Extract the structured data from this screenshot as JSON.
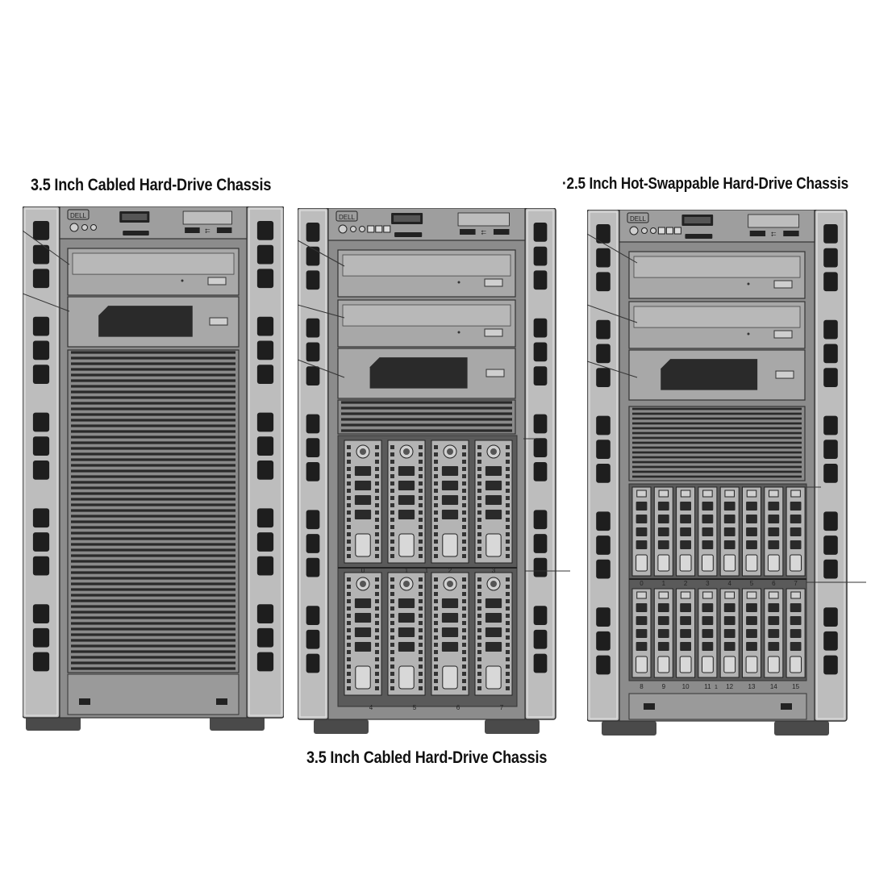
{
  "captions": {
    "left": "3.5 Inch Cabled Hard-Drive Chassis",
    "right": "·2.5 Inch Hot-Swappable Hard-Drive Chassis",
    "bottom": "3.5 Inch Cabled Hard-Drive Chassis"
  },
  "servers": {
    "left": {
      "brand": "DELL",
      "drive_bays": 0
    },
    "middle": {
      "brand": "DELL",
      "top_bay_numbers": [
        "0",
        "1",
        "2",
        "3"
      ],
      "bottom_bay_numbers": [
        "4",
        "5",
        "6",
        "7"
      ],
      "divider_number": "1"
    },
    "right": {
      "brand": "DELL",
      "top_bay_numbers": [
        "0",
        "1",
        "2",
        "3",
        "4",
        "5",
        "6",
        "7"
      ],
      "bottom_bay_numbers": [
        "8",
        "9",
        "10",
        "11",
        "12",
        "13",
        "14",
        "15"
      ],
      "divider_number": "1"
    }
  },
  "icons": [
    "usb-icon",
    "power-icon",
    "lcd-panel-icon"
  ]
}
